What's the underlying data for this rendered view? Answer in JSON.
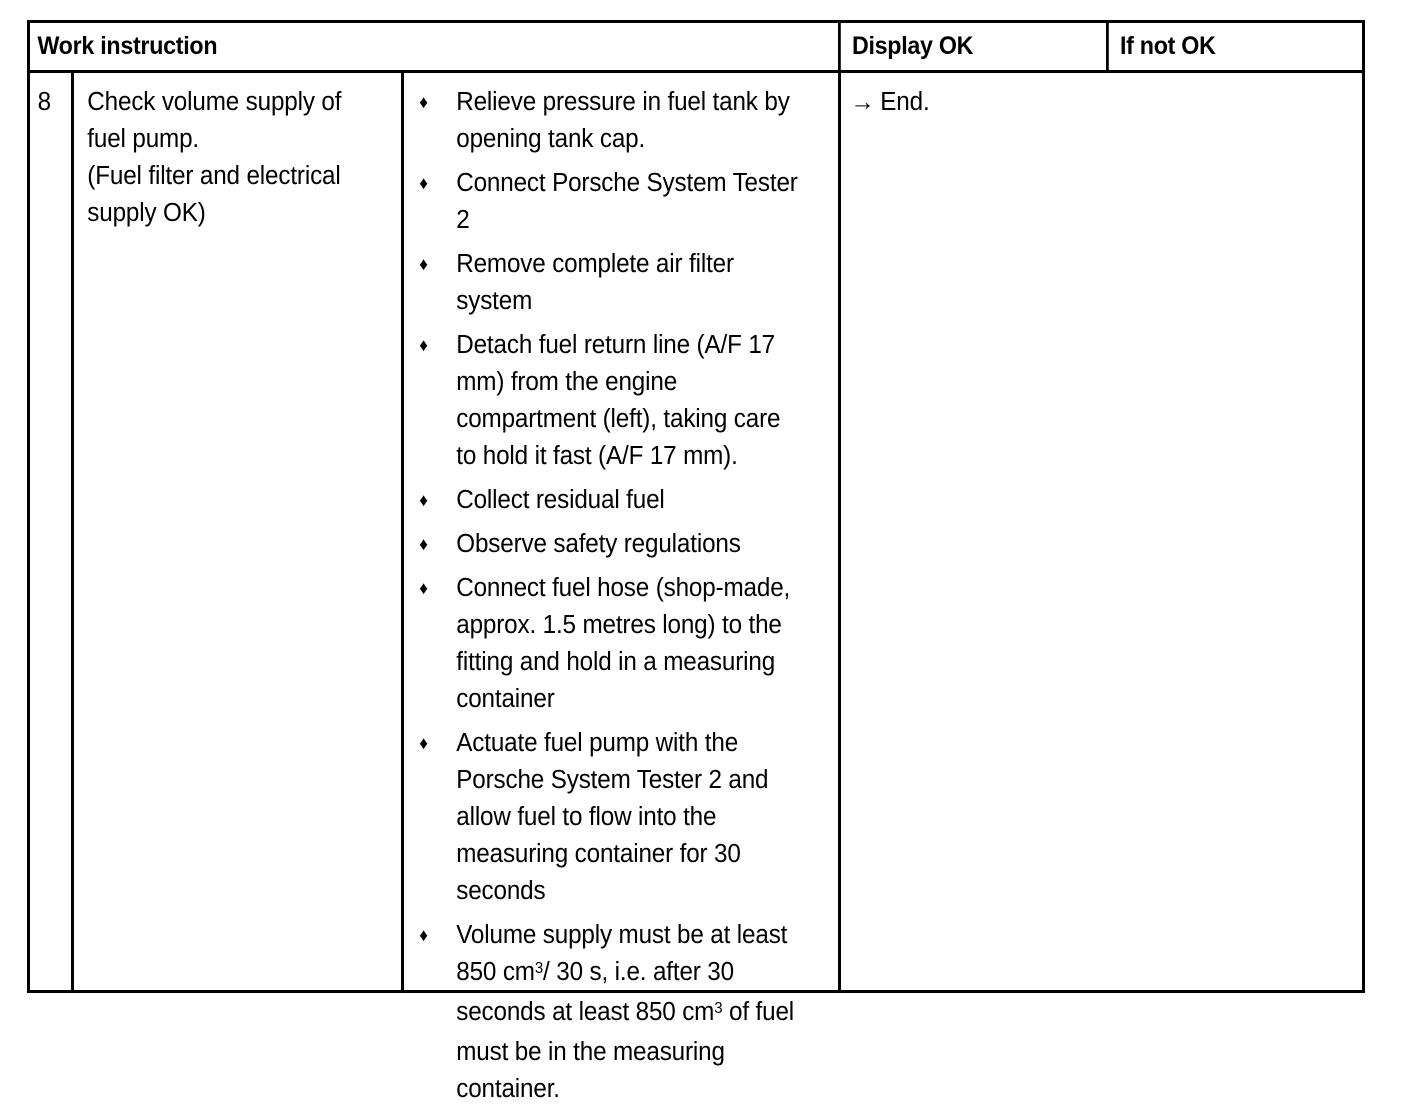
{
  "table": {
    "headers": {
      "work_instruction": "Work instruction",
      "display_ok": "Display OK",
      "if_not_ok": "If not OK"
    },
    "row": {
      "step_number": "8",
      "description_lines": [
        "Check volume supply of",
        "fuel pump.",
        "(Fuel filter and electrical",
        "supply OK)"
      ],
      "bullet_glyph": "♦",
      "actions": [
        "Relieve pressure in fuel tank by opening tank cap.",
        "Connect Porsche System Tester 2",
        "Remove complete air filter system",
        "Detach fuel return line (A/F 17 mm) from the engine compartment (left), taking care to hold it fast (A/F 17 mm).",
        "Collect residual fuel",
        "Observe safety regulations",
        "Connect fuel hose (shop-made, approx. 1.5 metres long) to the fitting and hold in a measuring container",
        "Actuate fuel pump with the Porsche System Tester 2 and allow fuel to flow into the measuring container for 30 seconds",
        "Volume supply must be at least 850 cm3/ 30 s, i.e. after 30 seconds at least 850 cm3 of fuel must be in the measuring container."
      ],
      "display_ok_arrow": "→",
      "display_ok_text": "End.",
      "if_not_ok_text": ""
    }
  },
  "colors": {
    "ink": "#000000",
    "paper": "#ffffff"
  }
}
